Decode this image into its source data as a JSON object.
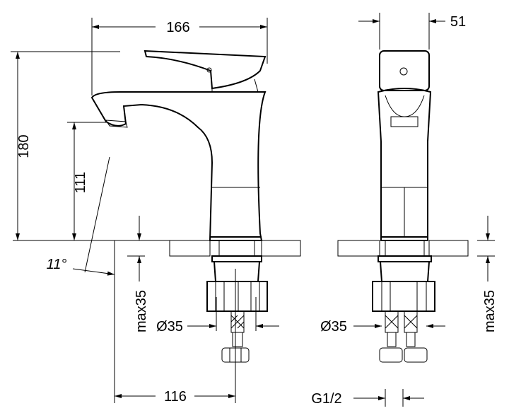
{
  "title": "Faucet dimension drawing",
  "dimensions": {
    "width_total": "166",
    "side_width": "51",
    "height_total": "180",
    "spout_height": "111",
    "spout_angle": "11°",
    "counter_thickness_left": "max35",
    "hole_diameter_left": "Ø35",
    "spout_reach": "116",
    "thread": "G1/2",
    "hole_diameter_right": "Ø35",
    "counter_thickness_right": "max35"
  },
  "colors": {
    "line": "#000000",
    "background": "#ffffff"
  }
}
